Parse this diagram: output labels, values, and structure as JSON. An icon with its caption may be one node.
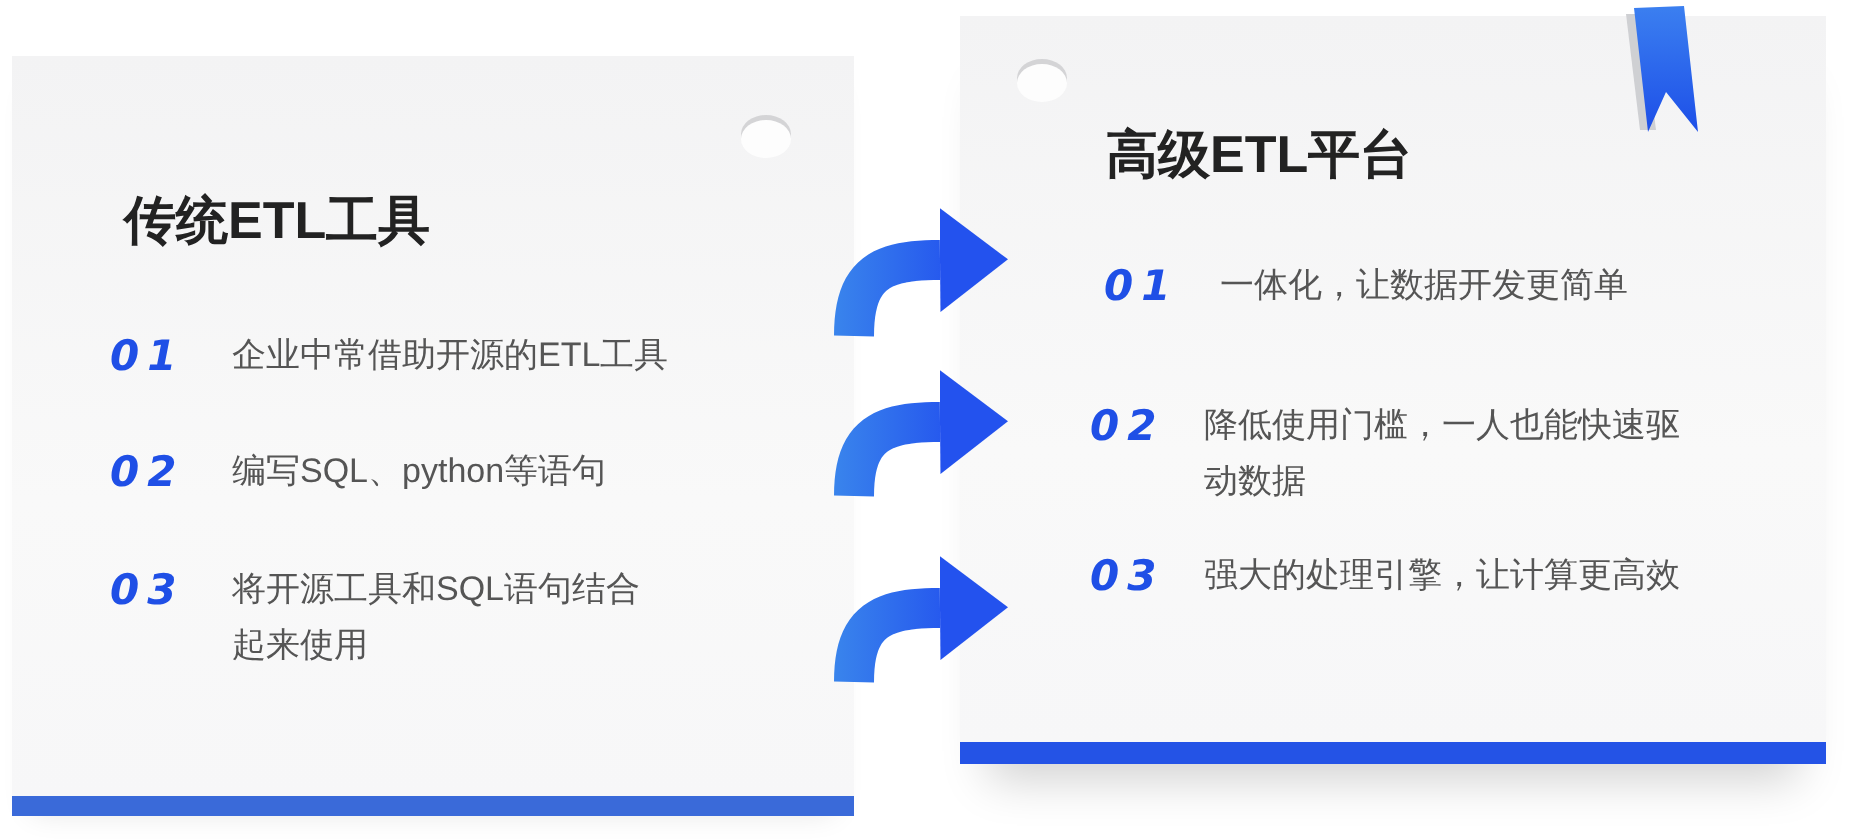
{
  "diagram": {
    "nodes": [
      {
        "text": [
          "传统ETL工具",
          "01",
          "企业中常借助开源的ETL工具",
          "02",
          "编写SQL、python等语句",
          "03",
          "将开源工具和SQL语句结合起来使用"
        ]
      },
      {
        "text": [
          "高级ETL平台"
        ]
      },
      {
        "text": [
          "01",
          "一体化，让数据开发更简单"
        ],
        "in": 1
      },
      {
        "text": [
          "02",
          "降低使用门槛，一人也能快速驱动数据"
        ],
        "in": 1
      },
      {
        "text": [
          "03",
          "强大的处理引擎，让计算更高效"
        ],
        "in": 1
      }
    ],
    "edges": [
      {
        "from": 0,
        "to": 2,
        "arrow": "to"
      },
      {
        "from": 0,
        "to": 3,
        "arrow": "to"
      },
      {
        "from": 0,
        "to": 4,
        "arrow": "to"
      }
    ]
  }
}
